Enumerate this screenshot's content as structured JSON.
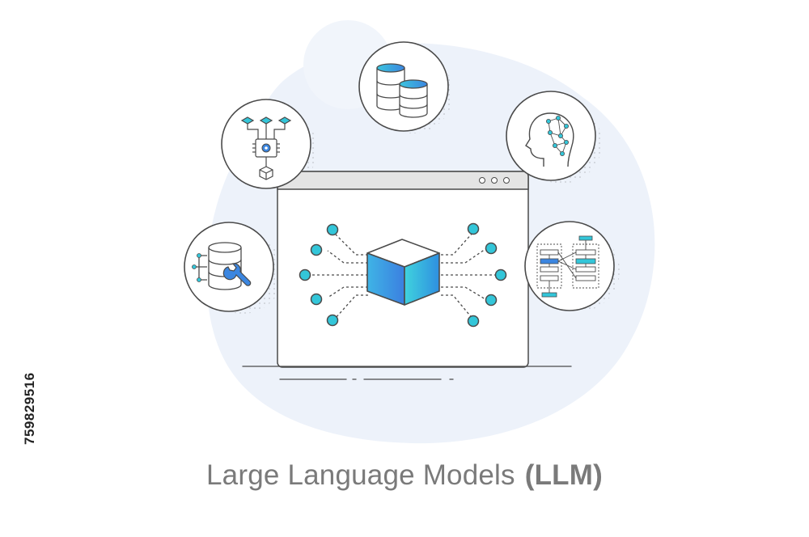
{
  "caption": {
    "title": "Large Language Models",
    "abbreviation": "(LLM)"
  },
  "side_id": "759829516",
  "colors": {
    "line": "#4a4a4a",
    "accent_cyan": "#33c6d9",
    "accent_blue": "#3a7be0",
    "backdrop": "#edf2fa",
    "window_bar": "#e4e4e4"
  },
  "icons": [
    "data-flow-processor-icon",
    "database-stack-icon",
    "ai-head-network-icon",
    "database-maintenance-icon",
    "flowchart-diagram-icon",
    "data-cube-icon"
  ]
}
